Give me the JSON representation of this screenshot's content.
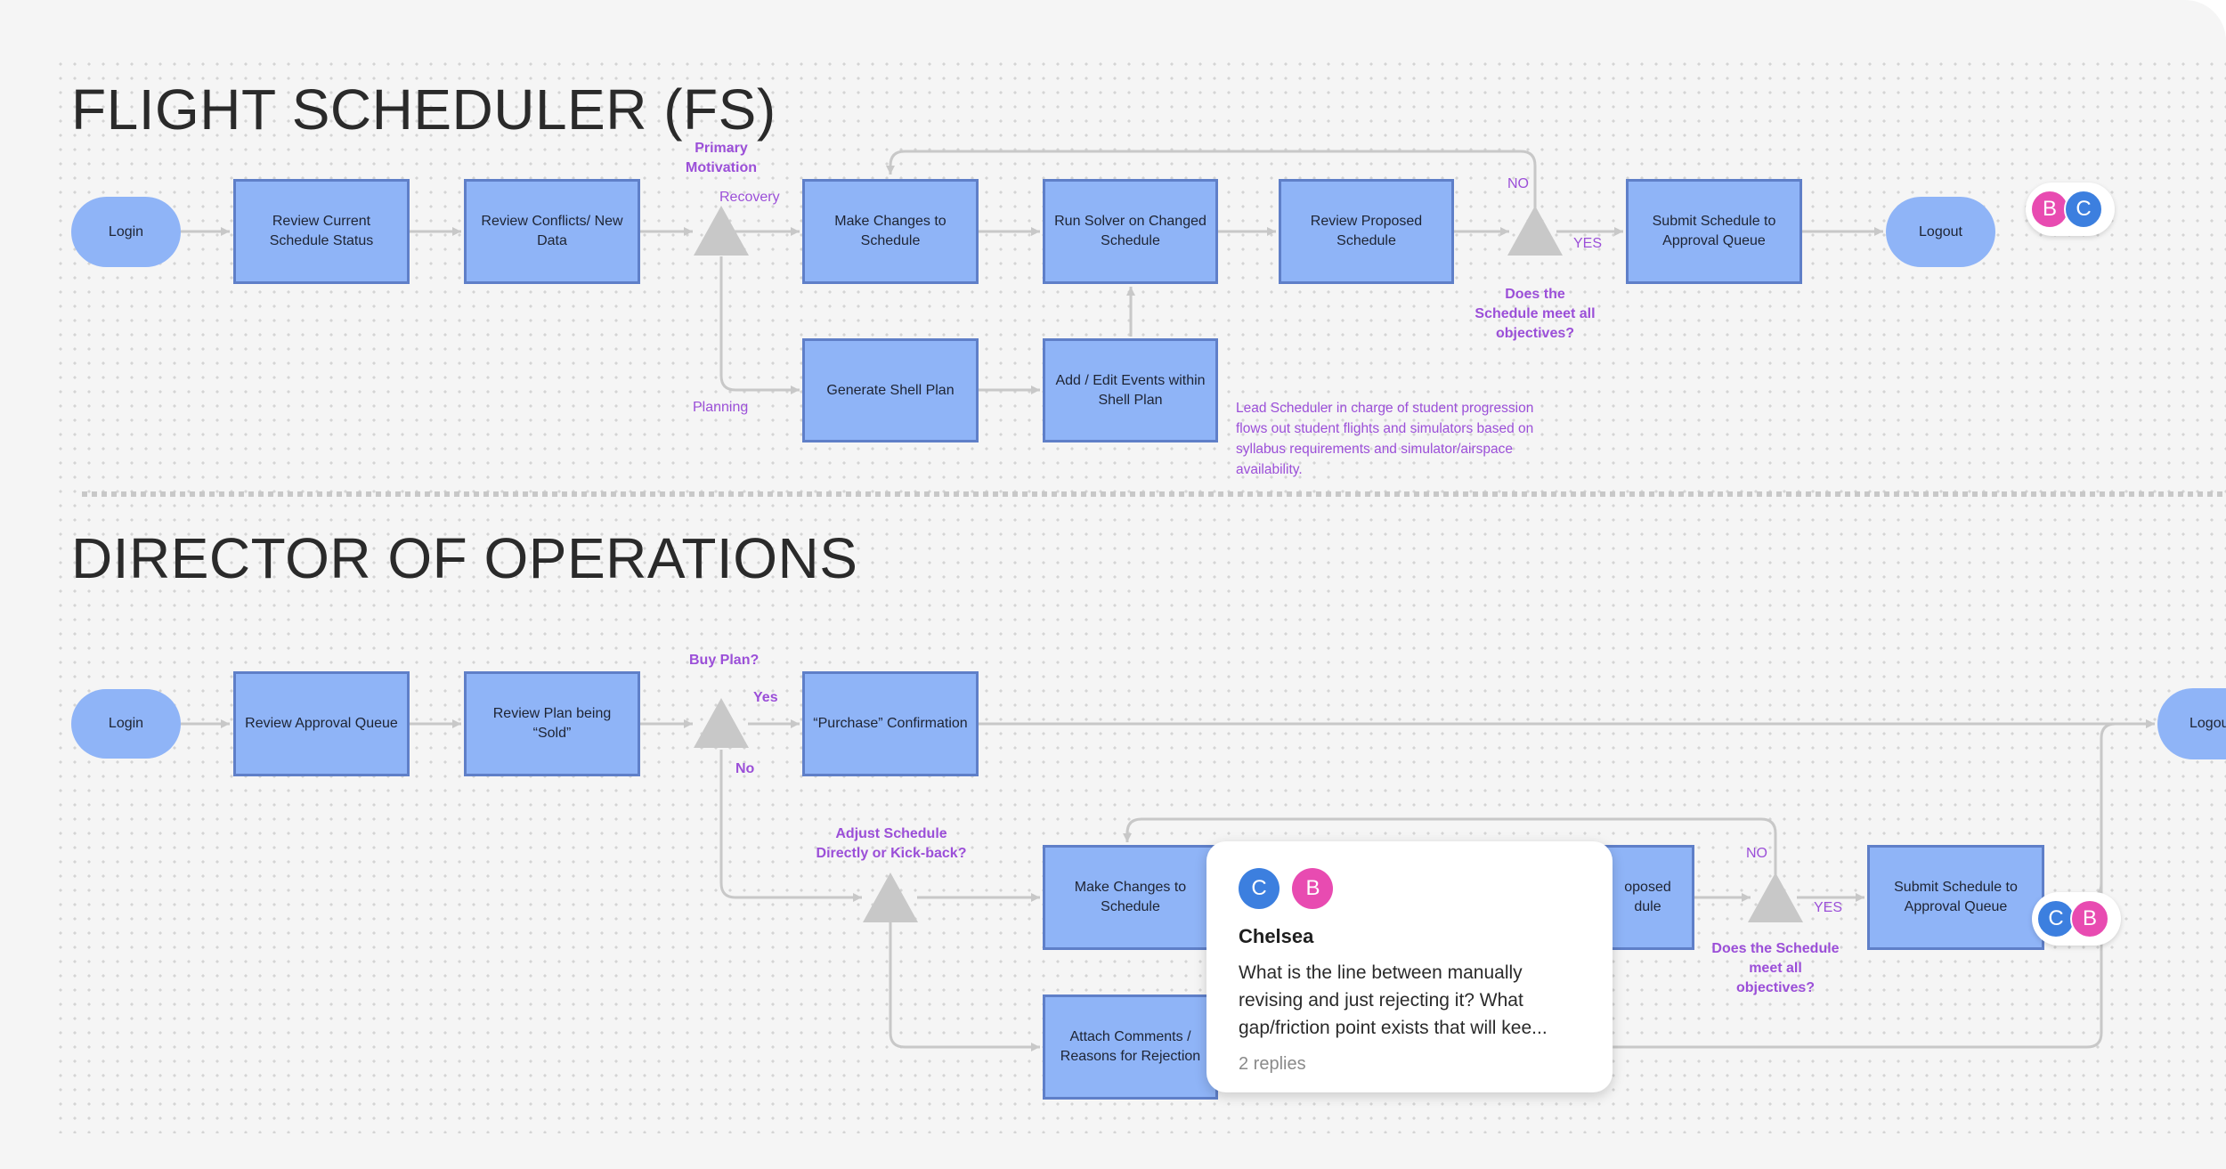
{
  "colors": {
    "box_fill": "#8fb4f7",
    "box_border": "#5f7fc8",
    "label_purple": "#9b4fd8",
    "avatar_b": "#e84bb1",
    "avatar_c": "#3c7fdf",
    "connector": "#c8c8c8"
  },
  "fs": {
    "title": "FLIGHT SCHEDULER (FS)",
    "login": "Login",
    "review_status": "Review Current Schedule Status",
    "review_conflicts": "Review Conflicts/ New Data",
    "make_changes": "Make Changes to Schedule",
    "run_solver": "Run Solver on Changed Schedule",
    "review_proposed": "Review Proposed Schedule",
    "submit": "Submit Schedule to Approval Queue",
    "logout": "Logout",
    "generate_shell": "Generate Shell Plan",
    "add_edit": "Add / Edit Events within Shell Plan",
    "primary_motivation": "Primary Motivation",
    "recovery": "Recovery",
    "planning": "Planning",
    "no": "NO",
    "yes": "YES",
    "question": "Does the Schedule meet all objectives?",
    "note": "Lead Scheduler in charge of student progression flows out student flights and simulators based on syllabus requirements and simulator/airspace availability.",
    "avatars": [
      "B",
      "C"
    ]
  },
  "dir": {
    "title": "DIRECTOR OF OPERATIONS",
    "login": "Login",
    "review_queue": "Review Approval Queue",
    "review_plan": "Review Plan being “Sold”",
    "purchase": "“Purchase” Confirmation",
    "logout": "Logou",
    "buy_plan": "Buy Plan?",
    "yes": "Yes",
    "no": "No",
    "adjust": "Adjust Schedule Directly or Kick-back?",
    "make_changes": "Make Changes to Schedule",
    "proposed_partial": "oposed dule",
    "attach": "Attach Comments / Reasons for Rejection",
    "no2": "NO",
    "yes2": "YES",
    "question": "Does the Schedule meet all objectives?",
    "submit": "Submit Schedule to Approval Queue",
    "avatars": [
      "C",
      "B"
    ]
  },
  "comment": {
    "avatars": [
      "C",
      "B"
    ],
    "author": "Chelsea",
    "text": "What is the line between manually revising and just rejecting it? What gap/friction point exists that will kee...",
    "replies": "2 replies"
  }
}
